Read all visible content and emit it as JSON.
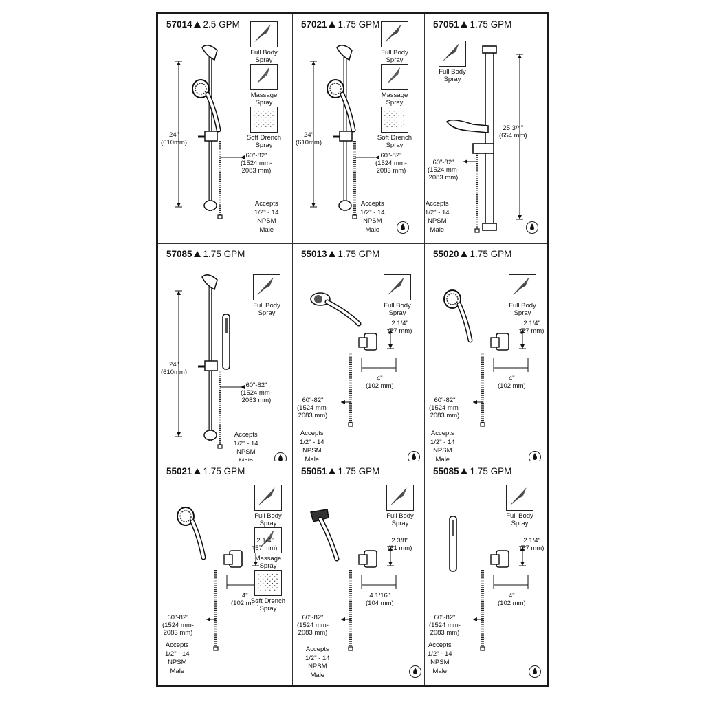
{
  "cells": [
    {
      "model": "57014",
      "flow": "2.5 GPM",
      "sprays": [
        "Full Body Spray",
        "Massage Spray",
        "Soft Drench Spray"
      ],
      "height_label": [
        "24\"",
        "(610mm)"
      ],
      "hose_label": [
        "60\"-82\"",
        "(1524 mm-",
        "2083 mm)"
      ],
      "accepts": [
        "Accepts",
        "1/2\" - 14",
        "NPSM",
        "Male"
      ]
    },
    {
      "model": "57021",
      "flow": "1.75 GPM",
      "sprays": [
        "Full Body Spray",
        "Massage Spray",
        "Soft Drench Spray"
      ],
      "height_label": [
        "24\"",
        "(610mm)"
      ],
      "hose_label": [
        "60\"-82\"",
        "(1524 mm-",
        "2083 mm)"
      ],
      "accepts": [
        "Accepts",
        "1/2\" - 14",
        "NPSM",
        "Male"
      ]
    },
    {
      "model": "57051",
      "flow": "1.75 GPM",
      "sprays": [
        "Full Body Spray"
      ],
      "height_label": [
        "25 3/4\"",
        "(654 mm)"
      ],
      "hose_label": [
        "60\"-82\"",
        "(1524 mm-",
        "2083 mm)"
      ],
      "accepts": [
        "Accepts",
        "1/2\" - 14",
        "NPSM",
        "Male"
      ]
    },
    {
      "model": "57085",
      "flow": "1.75 GPM",
      "sprays": [
        "Full Body Spray"
      ],
      "height_label": [
        "24\"",
        "(610mm)"
      ],
      "hose_label": [
        "60\"-82\"",
        "(1524 mm-",
        "2083 mm)"
      ],
      "accepts": [
        "Accepts",
        "1/2\" - 14",
        "NPSM",
        "Male"
      ]
    },
    {
      "model": "55013",
      "flow": "1.75 GPM",
      "sprays": [
        "Full Body Spray"
      ],
      "height_label": [
        "2 1/4\"",
        "(57 mm)"
      ],
      "depth_label": [
        "4\"",
        "(102 mm)"
      ],
      "hose_label": [
        "60\"-82\"",
        "(1524 mm-",
        "2083 mm)"
      ],
      "accepts": [
        "Accepts",
        "1/2\" - 14",
        "NPSM",
        "Male"
      ]
    },
    {
      "model": "55020",
      "flow": "1.75 GPM",
      "sprays": [
        "Full Body Spray"
      ],
      "height_label": [
        "2 1/4\"",
        "(57 mm)"
      ],
      "depth_label": [
        "4\"",
        "(102 mm)"
      ],
      "hose_label": [
        "60\"-82\"",
        "(1524 mm-",
        "2083 mm)"
      ],
      "accepts": [
        "Accepts",
        "1/2\" - 14",
        "NPSM",
        "Male"
      ]
    },
    {
      "model": "55021",
      "flow": "1.75 GPM",
      "sprays": [
        "Full Body Spray",
        "Massage Spray",
        "Soft Drench Spray"
      ],
      "height_label": [
        "2 1/4\"",
        "(57 mm)"
      ],
      "depth_label": [
        "4\"",
        "(102 mm)"
      ],
      "hose_label": [
        "60\"-82\"",
        "(1524 mm-",
        "2083 mm)"
      ],
      "accepts": [
        "Accepts",
        "1/2\" - 14",
        "NPSM",
        "Male"
      ]
    },
    {
      "model": "55051",
      "flow": "1.75 GPM",
      "sprays": [
        "Full Body Spray"
      ],
      "height_label": [
        "2 3/8\"",
        "(61 mm)"
      ],
      "depth_label": [
        "4 1/16\"",
        "(104 mm)"
      ],
      "hose_label": [
        "60\"-82\"",
        "(1524 mm-",
        "2083 mm)"
      ],
      "accepts": [
        "Accepts",
        "1/2\" - 14",
        "NPSM",
        "Male"
      ]
    },
    {
      "model": "55085",
      "flow": "1.75 GPM",
      "sprays": [
        "Full Body Spray"
      ],
      "height_label": [
        "2 1/4\"",
        "(57 mm)"
      ],
      "depth_label": [
        "4\"",
        "(102 mm)"
      ],
      "hose_label": [
        "60\"-82\"",
        "(1524 mm-",
        "2083 mm)"
      ],
      "accepts": [
        "Accepts",
        "1/2\" - 14",
        "NPSM",
        "Male"
      ]
    }
  ],
  "icons": {
    "full_body": "full-body-spray-icon",
    "massage": "massage-spray-icon",
    "soft_drench": "soft-drench-spray-icon",
    "certification": "watersense-badge-icon"
  }
}
